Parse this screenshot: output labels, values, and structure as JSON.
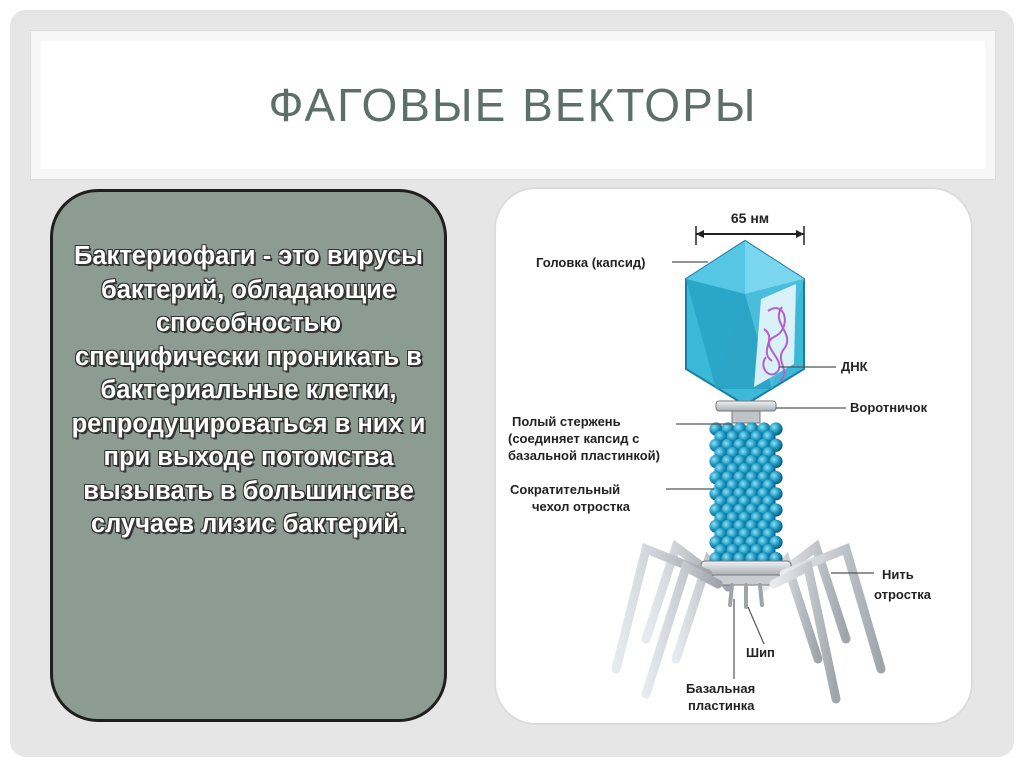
{
  "slide": {
    "title": "ФАГОВЫЕ ВЕКТОРЫ",
    "body_text": "Бактериофаги - это вирусы бактерий, обладающие способностью специфически проникать в бактериальные клетки, репродуцироваться в них и при выходе потомства вызывать в большинстве случаев лизис бактерий."
  },
  "diagram": {
    "scale_label": "65 нм",
    "labels": {
      "head": "Головка (капсид)",
      "dna": "ДНК",
      "collar": "Воротничок",
      "core_1": "Полый стержень",
      "core_2": "(соединяет капсид с",
      "core_3": "базальной пластинкой)",
      "sheath_1": "Сократительный",
      "sheath_2": "чехол отростка",
      "fiber_1": "Нить",
      "fiber_2": "отростка",
      "spike": "Шип",
      "plate_1": "Базальная",
      "plate_2": "пластинка"
    }
  },
  "colors": {
    "background": "#e6e6e6",
    "title": "#5c6f68",
    "textbox": "#8c9c92",
    "capsid": "#3cb8d8",
    "sheath": "#1f9cc6",
    "dna": "#b560c8",
    "legs": "#c9cdd2"
  }
}
